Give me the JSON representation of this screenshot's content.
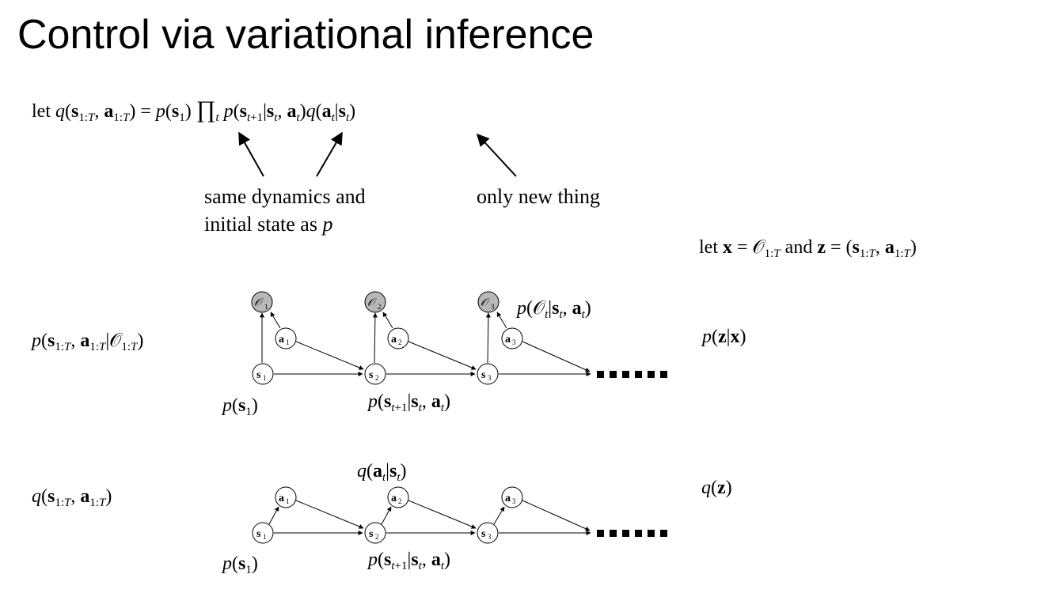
{
  "title": "Control via variational inference",
  "definition": {
    "keyword": "let",
    "q_expr": "q(s1:T, a1:T) = p(s1) ∏t p(st+1|st, at) q(at|st)"
  },
  "annotations": {
    "dynamics_line1": "same dynamics and",
    "dynamics_line2": "initial state as p",
    "new_thing": "only new thing"
  },
  "substitution": "let x = O1:T and z = (s1:T, a1:T)",
  "graph_p": {
    "left_label": "p(s1:T, a1:T|O1:T)",
    "right_label": "p(z|x)",
    "obs_label": "p(Ot|st, at)",
    "init_label": "p(s1)",
    "trans_label": "p(st+1|st, at)",
    "nodes": [
      "O1",
      "O2",
      "O3",
      "a1",
      "a2",
      "a3",
      "s1",
      "s2",
      "s3"
    ]
  },
  "graph_q": {
    "left_label": "q(s1:T, a1:T)",
    "right_label": "q(z)",
    "policy_label": "q(at|st)",
    "init_label": "p(s1)",
    "trans_label": "p(st+1|st, at)",
    "nodes": [
      "a1",
      "a2",
      "a3",
      "s1",
      "s2",
      "s3"
    ]
  },
  "colors": {
    "observed_node_fill": "#b8b8b8",
    "ink": "#000000"
  }
}
